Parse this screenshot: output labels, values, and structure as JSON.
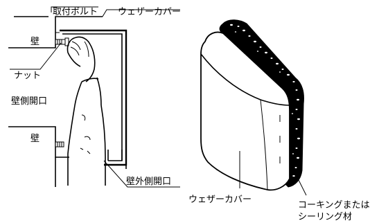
{
  "labels": {
    "bolt": "取付ボルト",
    "cover_top": "ウェザーカバー",
    "wall_top": "壁",
    "nut": "ナット",
    "wall_inner_opening": "壁側開口",
    "wall_bottom": "壁",
    "wall_outer_opening": "壁外側開口",
    "cover_bottom": "ウェザーカバー",
    "caulking_line1": "コーキングまたは",
    "caulking_line2": "シーリング材"
  }
}
